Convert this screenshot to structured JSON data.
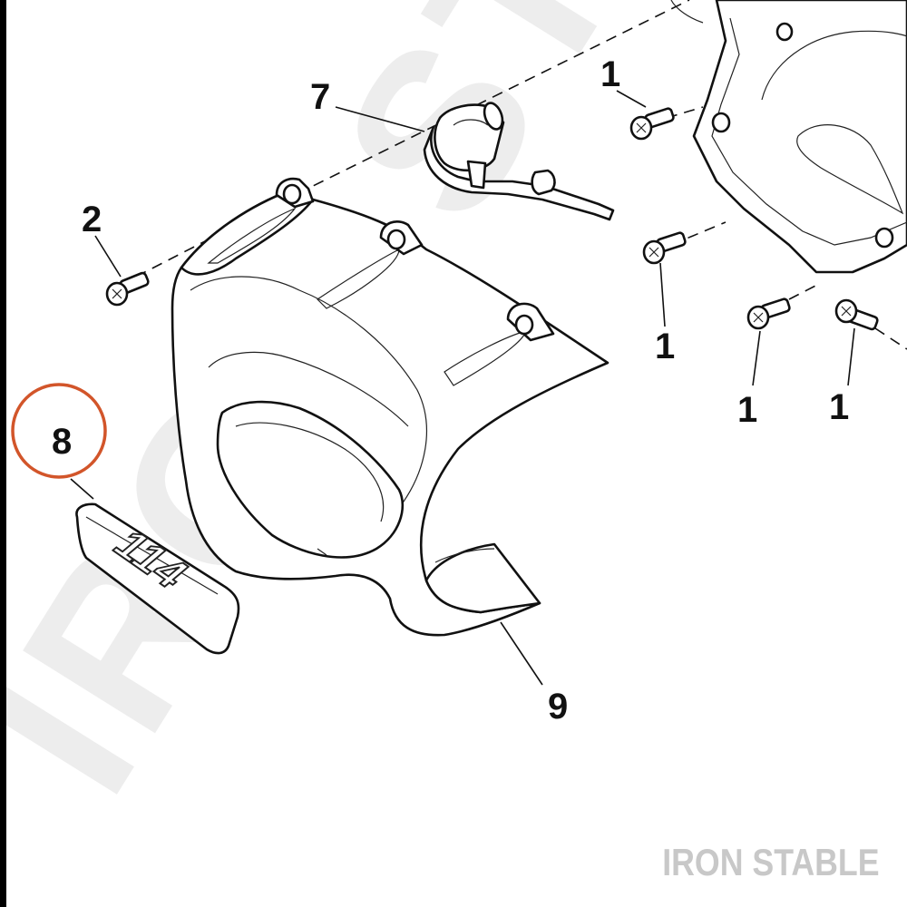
{
  "diagram": {
    "callouts": [
      {
        "id": "c1a",
        "label": "1"
      },
      {
        "id": "c1b",
        "label": "1"
      },
      {
        "id": "c1c",
        "label": "1"
      },
      {
        "id": "c1d",
        "label": "1"
      },
      {
        "id": "c2",
        "label": "2"
      },
      {
        "id": "c7",
        "label": "7"
      },
      {
        "id": "c8",
        "label": "8"
      },
      {
        "id": "c9",
        "label": "9"
      }
    ],
    "badge_text": "114",
    "highlight_color": "#d2552a",
    "watermark_text": "IRON STABLE"
  },
  "brand": {
    "text": "IRON STABLE"
  }
}
